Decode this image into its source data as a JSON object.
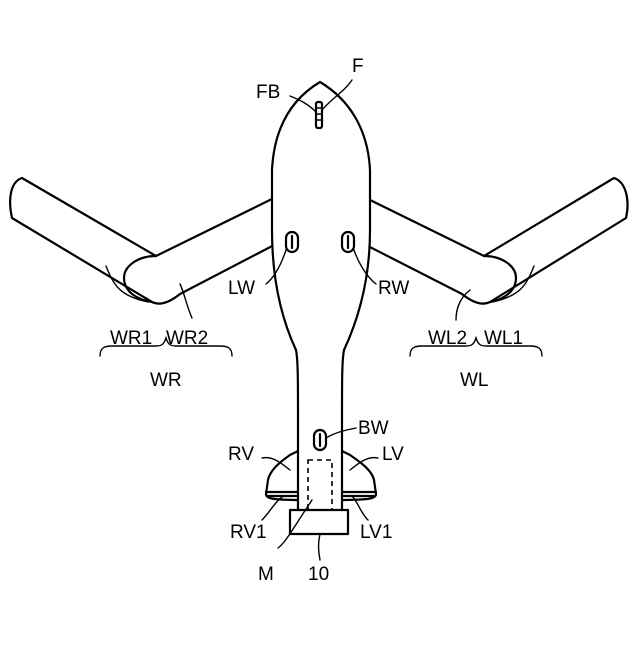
{
  "labels": {
    "F": "F",
    "FB": "FB",
    "LW": "LW",
    "RW": "RW",
    "WR1": "WR1",
    "WR2": "WR2",
    "WR": "WR",
    "WL2": "WL2",
    "WL1": "WL1",
    "WL": "WL",
    "BW": "BW",
    "RV": "RV",
    "LV": "LV",
    "RV1": "RV1",
    "LV1": "LV1",
    "M": "M",
    "ten": "10"
  }
}
